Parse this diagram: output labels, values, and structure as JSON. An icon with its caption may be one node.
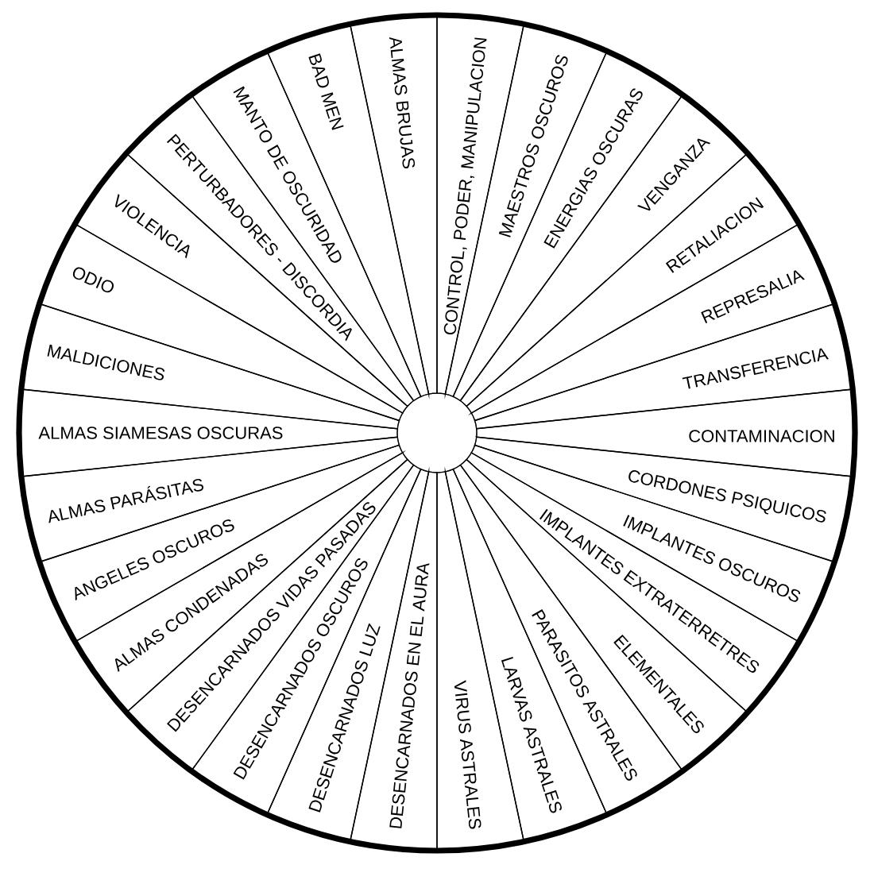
{
  "diagram": {
    "nodes": [
      {
        "text": [
          "CONTROL, PODER, MANIPULACION"
        ]
      },
      {
        "text": [
          "MAESTROS OSCUROS"
        ]
      },
      {
        "text": [
          "ENERGIAS OSCURAS"
        ]
      },
      {
        "text": [
          "VENGANZA"
        ]
      },
      {
        "text": [
          "RETALIACION"
        ]
      },
      {
        "text": [
          "REPRESALIA"
        ]
      },
      {
        "text": [
          "TRANSFERENCIA"
        ]
      },
      {
        "text": [
          "CONTAMINACION"
        ]
      },
      {
        "text": [
          "CORDONES PSIQUICOS"
        ]
      },
      {
        "text": [
          "IMPLANTES OSCUROS"
        ]
      },
      {
        "text": [
          "IMPLANTES EXTRATERRETRES"
        ]
      },
      {
        "text": [
          "ELEMENTALES"
        ]
      },
      {
        "text": [
          "PARASITOS ASTRALES"
        ]
      },
      {
        "text": [
          "LARVAS ASTRALES"
        ]
      },
      {
        "text": [
          "VIRUS ASTRALES"
        ]
      },
      {
        "text": [
          "DESENCARNADOS EN EL AURA"
        ]
      },
      {
        "text": [
          "DESENCARNADOS LUZ"
        ]
      },
      {
        "text": [
          "DESENCARNADOS OSCUROS"
        ]
      },
      {
        "text": [
          "DESENCARNADOS VIDAS PASADAS"
        ]
      },
      {
        "text": [
          "ALMAS CONDENADAS"
        ]
      },
      {
        "text": [
          "ANGELES OSCUROS"
        ]
      },
      {
        "text": [
          "ALMAS PARÁSITAS"
        ]
      },
      {
        "text": [
          "ALMAS SIAMESAS OSCURAS"
        ]
      },
      {
        "text": [
          "MALDICIONES"
        ]
      },
      {
        "text": [
          "ODIO"
        ]
      },
      {
        "text": [
          "VIOLENCIA"
        ]
      },
      {
        "text": [
          "PERTURBADORES - DISCORDIA"
        ]
      },
      {
        "text": [
          "MANTO DE OSCURIDAD"
        ]
      },
      {
        "text": [
          "BAD MEN"
        ]
      },
      {
        "text": [
          "ALMAS BRUJAS"
        ]
      }
    ]
  }
}
